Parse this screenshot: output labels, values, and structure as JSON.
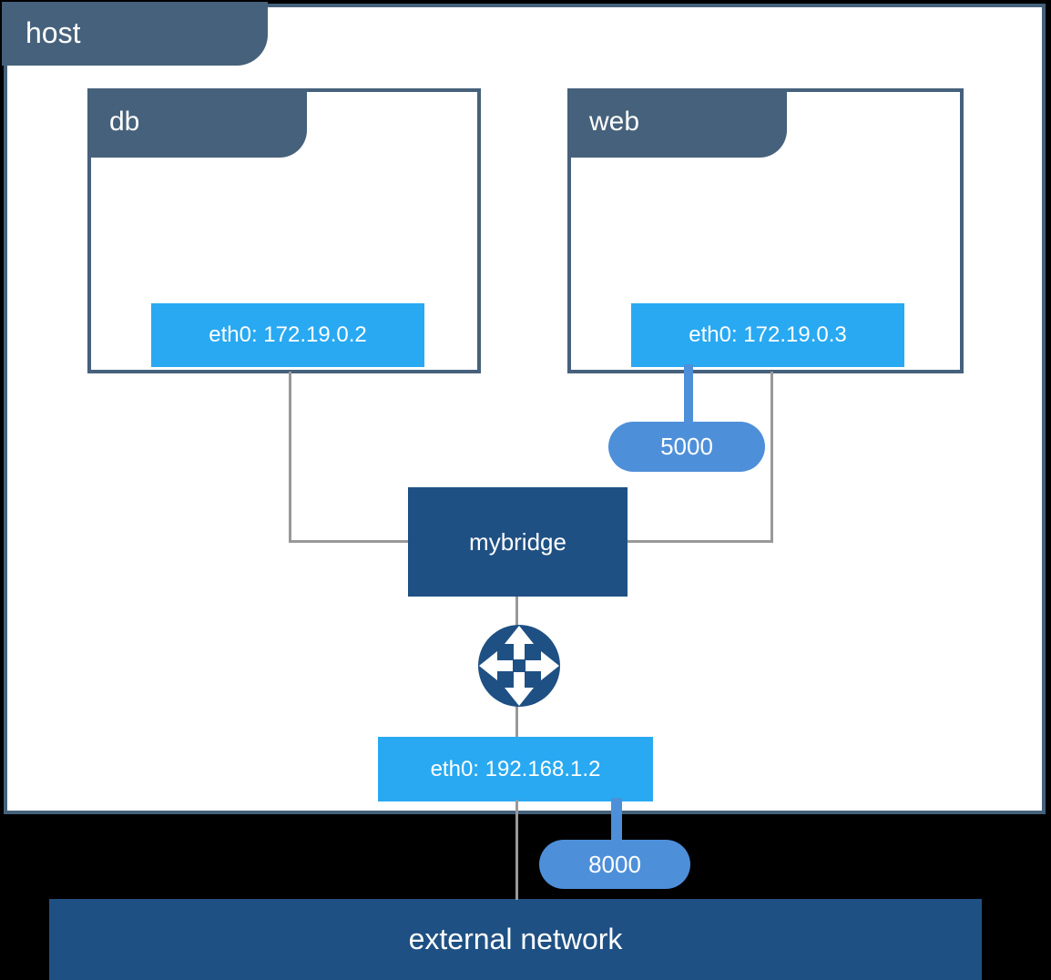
{
  "host": {
    "label": "host",
    "interface": {
      "label": "eth0: 192.168.1.2"
    }
  },
  "containers": [
    {
      "name": "db",
      "interface": "eth0: 172.19.0.2"
    },
    {
      "name": "web",
      "interface": "eth0: 172.19.0.3"
    }
  ],
  "bridge": {
    "label": "mybridge"
  },
  "ports": {
    "web_published": "5000",
    "host_published": "8000"
  },
  "external_network": {
    "label": "external network"
  },
  "icons": {
    "router": "nat-router-icon"
  },
  "colors": {
    "slate": "#46617B",
    "navy": "#1F5083",
    "bright_blue": "#29A9F2",
    "medium_blue": "#4E8FD9",
    "line_gray": "#999999",
    "background": "#000000"
  }
}
